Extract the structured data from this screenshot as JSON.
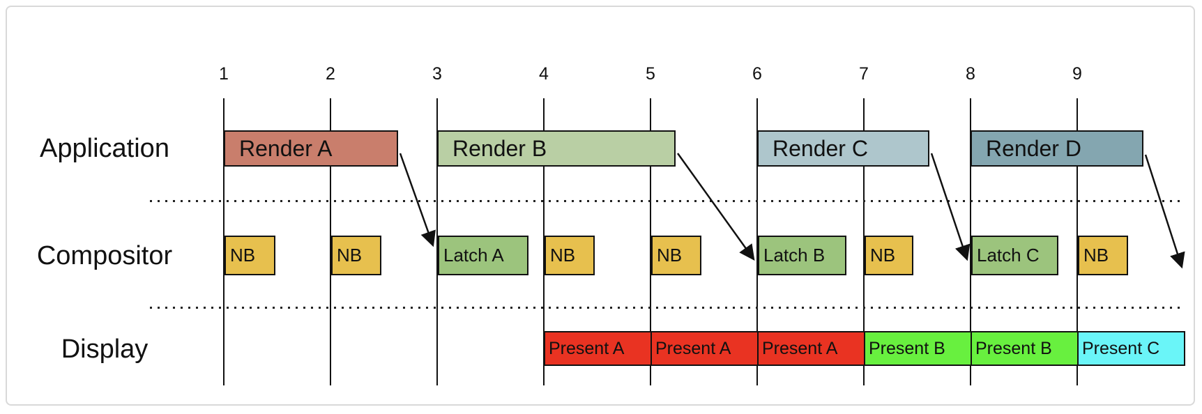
{
  "timeline": {
    "tick_labels": [
      "1",
      "2",
      "3",
      "4",
      "5",
      "6",
      "7",
      "8",
      "9"
    ],
    "unit": "vsync-interval"
  },
  "rows": {
    "application": {
      "label": "Application"
    },
    "compositor": {
      "label": "Compositor"
    },
    "display": {
      "label": "Display"
    }
  },
  "application": {
    "bars": [
      {
        "label": "Render A",
        "start": 1,
        "end": 2.63,
        "color": "#c97e6c"
      },
      {
        "label": "Render B",
        "start": 3,
        "end": 5.23,
        "color": "#b9cfa4"
      },
      {
        "label": "Render C",
        "start": 6,
        "end": 7.6,
        "color": "#aec6cc"
      },
      {
        "label": "Render D",
        "start": 8,
        "end": 9.6,
        "color": "#84a6b0"
      }
    ]
  },
  "compositor": {
    "boxes": [
      {
        "label": "NB",
        "type": "nb",
        "at": 1
      },
      {
        "label": "NB",
        "type": "nb",
        "at": 2
      },
      {
        "label": "Latch A",
        "type": "latch",
        "at": 3
      },
      {
        "label": "NB",
        "type": "nb",
        "at": 4
      },
      {
        "label": "NB",
        "type": "nb",
        "at": 5
      },
      {
        "label": "Latch B",
        "type": "latch",
        "at": 6
      },
      {
        "label": "NB",
        "type": "nb",
        "at": 7
      },
      {
        "label": "Latch C",
        "type": "latch",
        "at": 8
      },
      {
        "label": "NB",
        "type": "nb",
        "at": 9
      }
    ]
  },
  "display": {
    "bars": [
      {
        "label": "Present A",
        "start": 4,
        "end": 5,
        "color": "#e93322"
      },
      {
        "label": "Present A",
        "start": 5,
        "end": 6,
        "color": "#e93322"
      },
      {
        "label": "Present A",
        "start": 6,
        "end": 7,
        "color": "#e93322"
      },
      {
        "label": "Present B",
        "start": 7,
        "end": 8,
        "color": "#68f03f"
      },
      {
        "label": "Present B",
        "start": 8,
        "end": 9,
        "color": "#68f03f"
      },
      {
        "label": "Present C",
        "start": 9,
        "end": 10,
        "color": "#6af5f8"
      }
    ]
  },
  "arrows": [
    {
      "from": "Render A",
      "to": "Latch A"
    },
    {
      "from": "Render B",
      "to": "Latch B"
    },
    {
      "from": "Render C",
      "to": "Latch C"
    },
    {
      "from": "Render D",
      "to": ""
    }
  ],
  "colors": {
    "nb_box": "#e7c04e",
    "latch_box": "#9cc47d",
    "line": "#111111",
    "card_border": "#d9d9d9"
  }
}
